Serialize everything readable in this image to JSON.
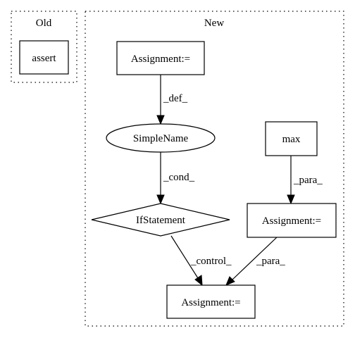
{
  "diagram": {
    "clusters": {
      "old": {
        "label": "Old"
      },
      "new": {
        "label": "New"
      }
    },
    "nodes": {
      "assert": {
        "label": "assert",
        "shape": "box"
      },
      "assign_top": {
        "label": "Assignment:=",
        "shape": "box"
      },
      "simplename": {
        "label": "SimpleName",
        "shape": "ellipse"
      },
      "ifstatement": {
        "label": "IfStatement",
        "shape": "diamond"
      },
      "max": {
        "label": "max",
        "shape": "box"
      },
      "assign_right": {
        "label": "Assignment:=",
        "shape": "box"
      },
      "assign_bottom": {
        "label": "Assignment:=",
        "shape": "box"
      }
    },
    "edges": {
      "def": {
        "from": "Assignment:=",
        "to": "SimpleName",
        "label": "_def_"
      },
      "cond": {
        "from": "SimpleName",
        "to": "IfStatement",
        "label": "_cond_"
      },
      "para_max": {
        "from": "max",
        "to": "Assignment:=",
        "label": "_para_"
      },
      "control": {
        "from": "IfStatement",
        "to": "Assignment:=",
        "label": "_control_"
      },
      "para_assign": {
        "from": "Assignment:=",
        "to": "Assignment:=",
        "label": "_para_"
      }
    },
    "colors": {
      "stroke": "#000000",
      "background": "#ffffff"
    }
  }
}
